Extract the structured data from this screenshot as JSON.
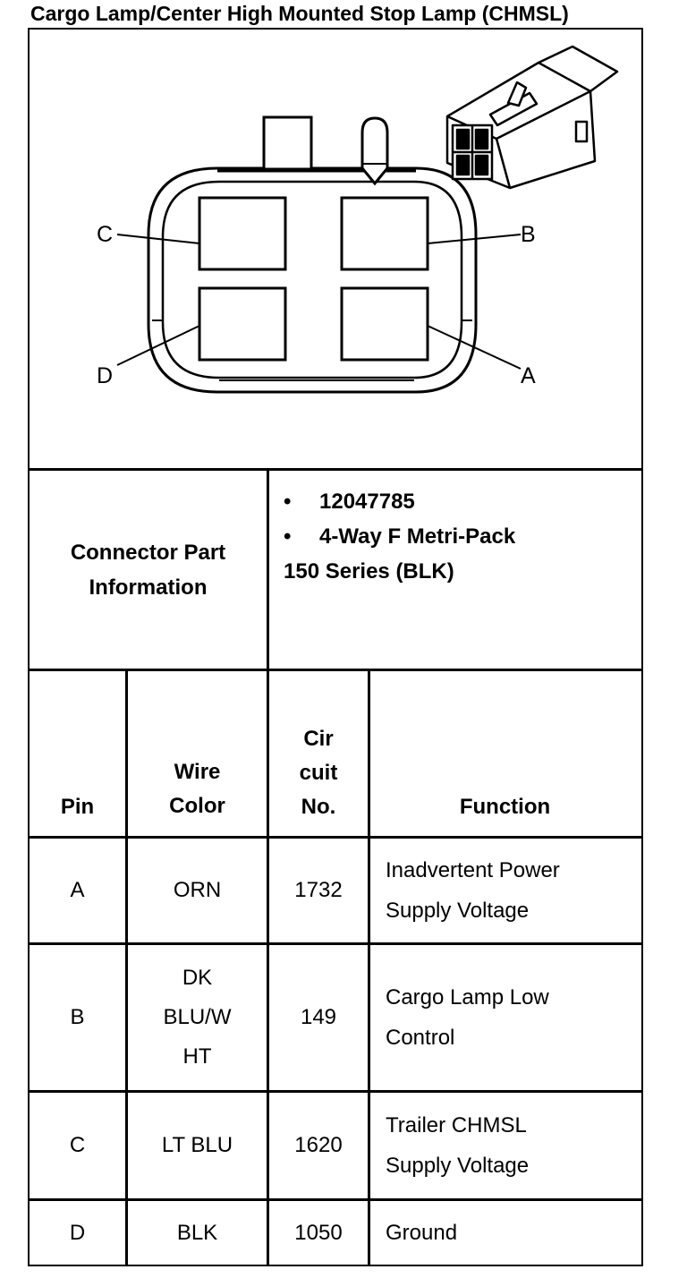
{
  "title": "Cargo Lamp/Center High Mounted Stop Lamp (CHMSL)",
  "diagram": {
    "pin_labels": {
      "A": "A",
      "B": "B",
      "C": "C",
      "D": "D"
    }
  },
  "connector_info": {
    "label_line1": "Connector Part",
    "label_line2": "Information",
    "bullet": "•",
    "part_number": "12047785",
    "desc_line1": "4-Way F Metri-Pack",
    "desc_line2": "150 Series (BLK)"
  },
  "table": {
    "headers": {
      "pin": "Pin",
      "wire_1": "Wire",
      "wire_2": "Color",
      "cir_1": "Cir",
      "cir_2": "cuit",
      "cir_3": "No.",
      "function": "Function"
    },
    "rows": [
      {
        "pin": "A",
        "wire": [
          "ORN"
        ],
        "circuit": "1732",
        "function": [
          "Inadvertent Power",
          "Supply Voltage"
        ]
      },
      {
        "pin": "B",
        "wire": [
          "DK",
          "BLU/W",
          "HT"
        ],
        "circuit": "149",
        "function": [
          "Cargo Lamp Low",
          "Control"
        ]
      },
      {
        "pin": "C",
        "wire": [
          "LT BLU"
        ],
        "circuit": "1620",
        "function": [
          "Trailer CHMSL",
          "Supply Voltage"
        ]
      },
      {
        "pin": "D",
        "wire": [
          "BLK"
        ],
        "circuit": "1050",
        "function": [
          "Ground"
        ]
      }
    ]
  }
}
